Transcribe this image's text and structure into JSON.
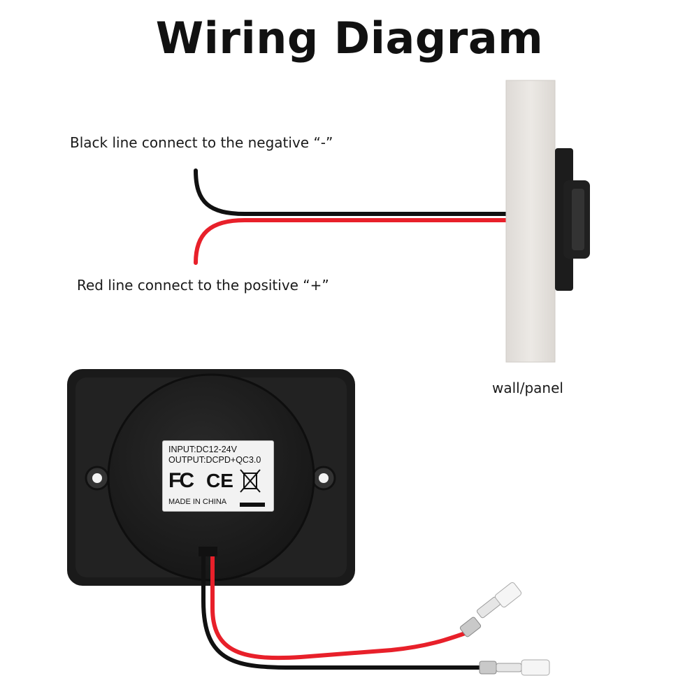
{
  "title": "Wiring Diagram",
  "labels": {
    "black_line": "Black line connect to the negative “-”",
    "red_line": "Red line connect to the positive “+”",
    "wall": "wall/panel"
  },
  "sticker": {
    "input": "INPUT:DC12-24V",
    "output": "OUTPUT:DCPD+QC3.0",
    "made_in": "MADE IN CHINA",
    "fc_mark": "FC",
    "ce_mark": "CE"
  },
  "colors": {
    "black_wire": "#111111",
    "red_wire": "#e8202a",
    "panel": "#e9e6e2",
    "socket_body": "#1c1c1c"
  }
}
